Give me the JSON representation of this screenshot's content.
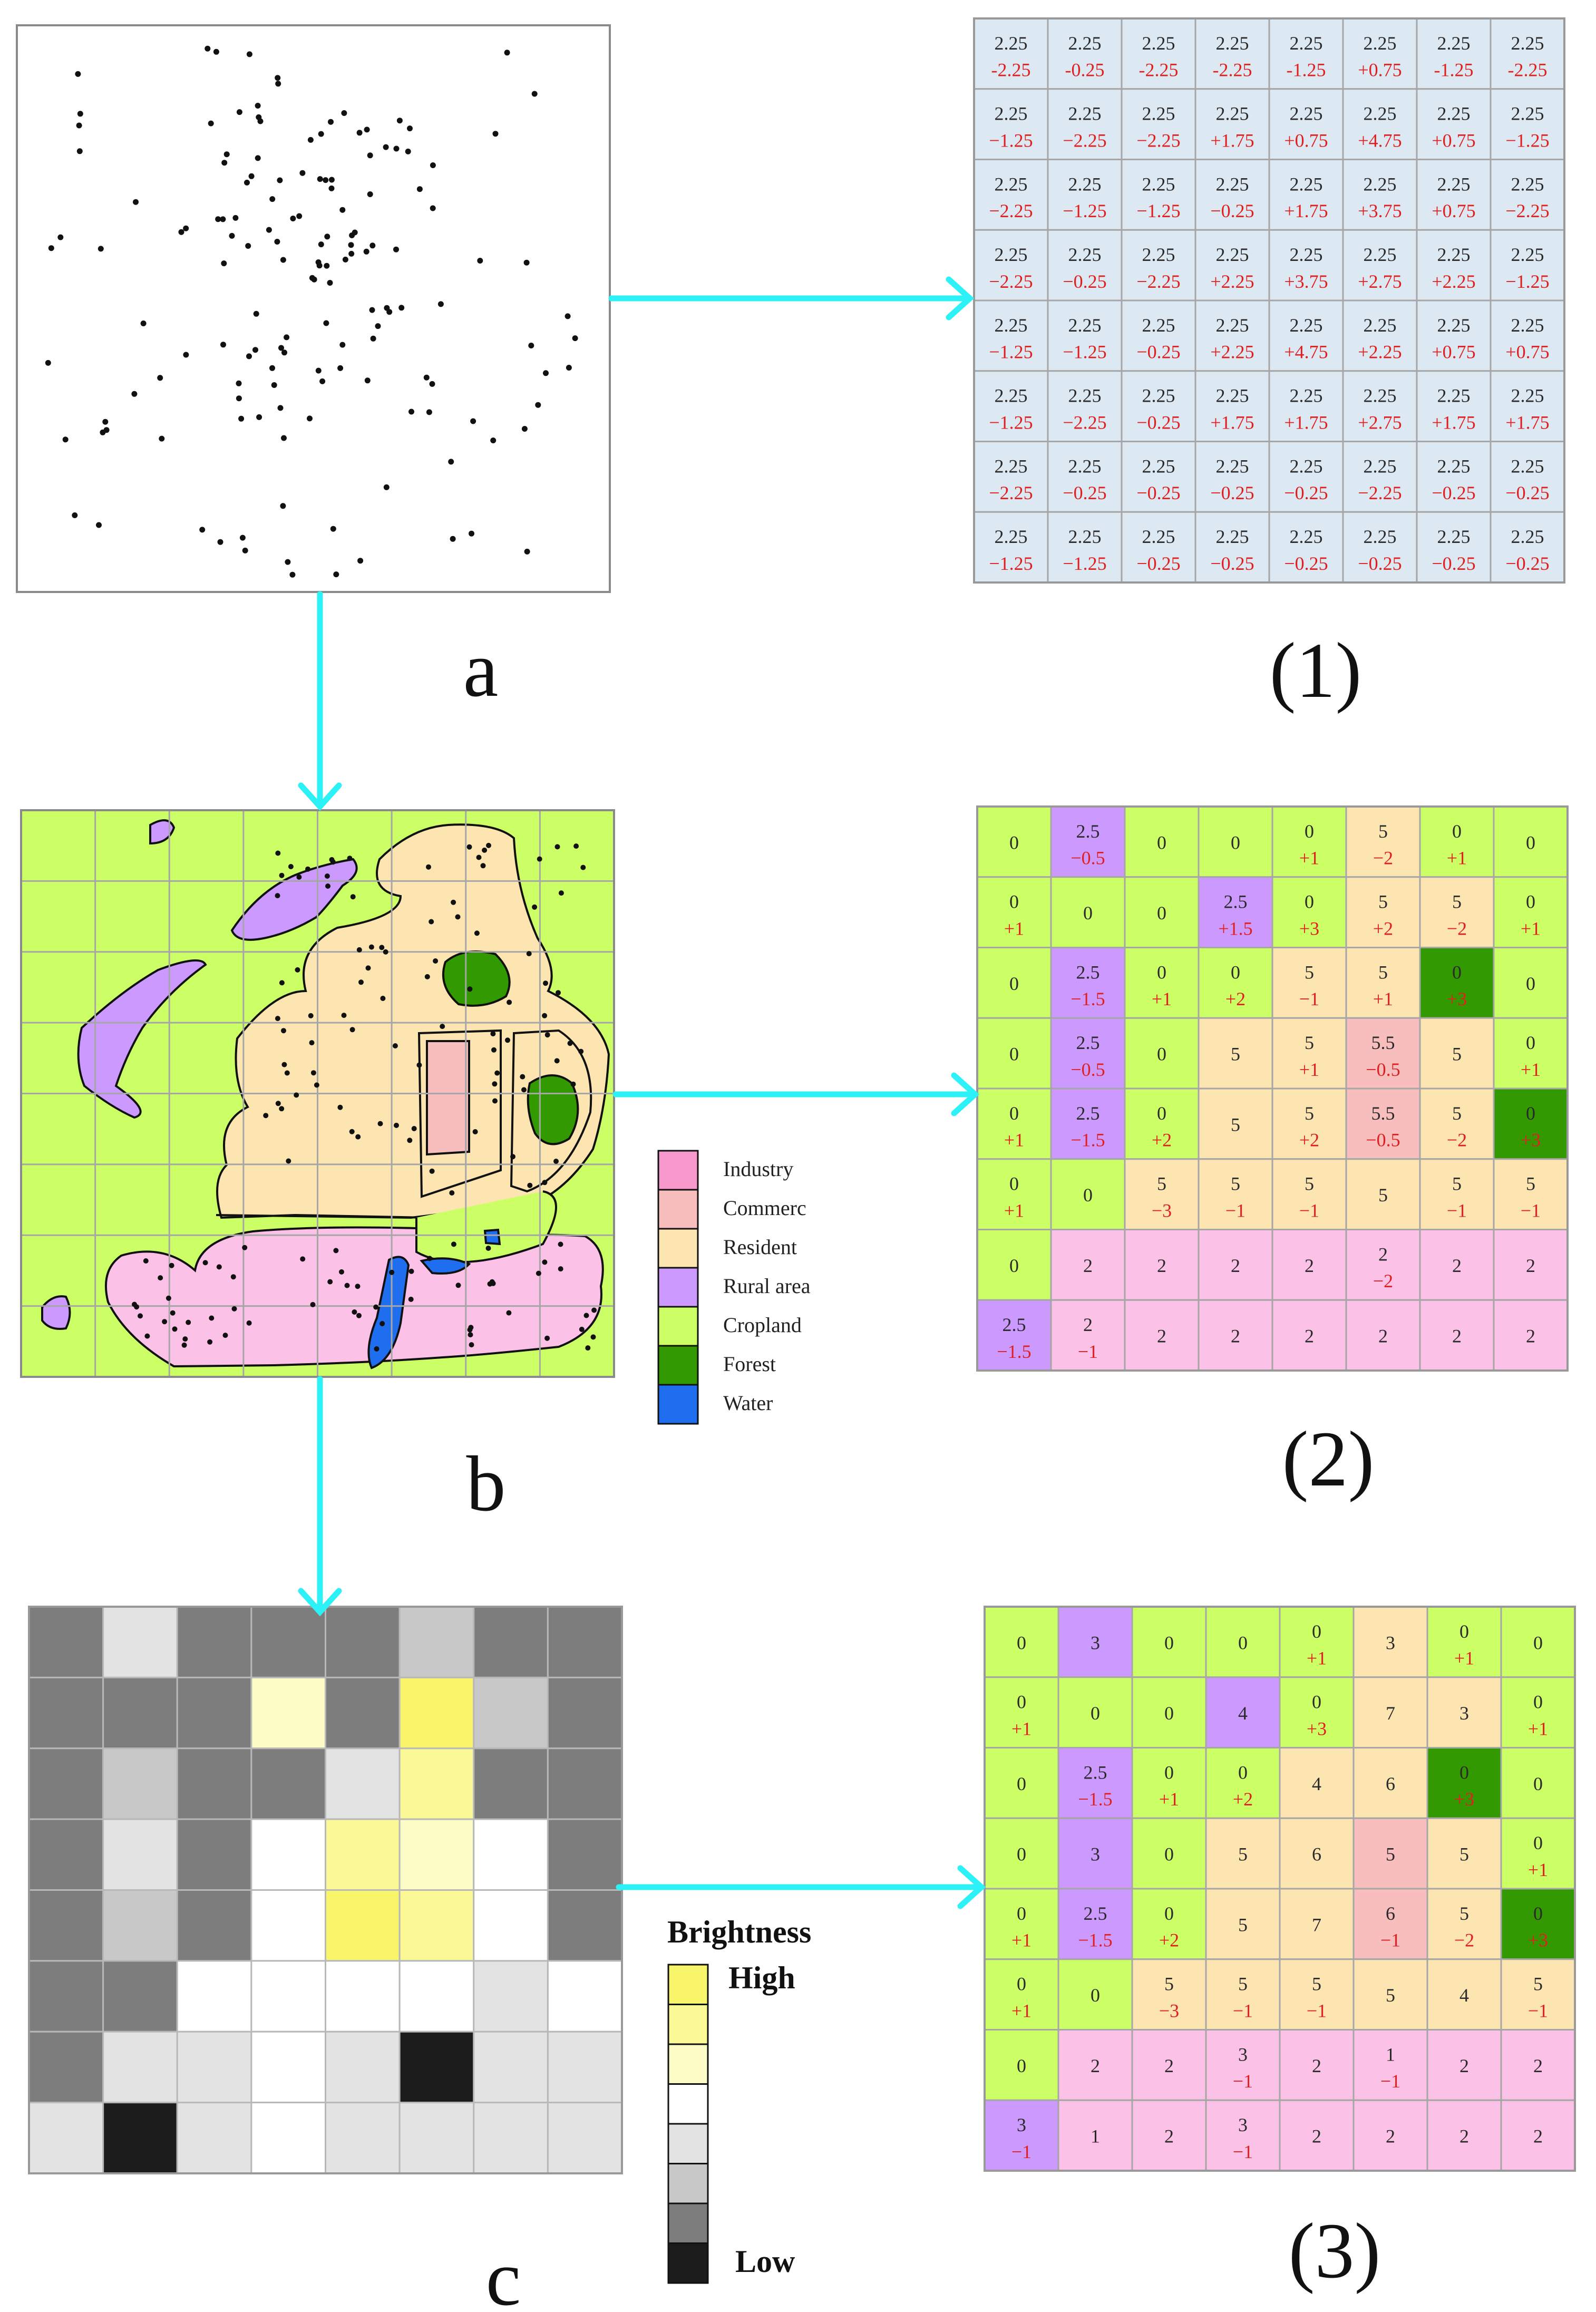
{
  "panel_labels": {
    "a": "a",
    "b": "b",
    "c": "c",
    "p1": "(1)",
    "p2": "(2)",
    "p3": "(3)"
  },
  "legend_b": [
    {
      "label": "Industry",
      "color": "#f799cc"
    },
    {
      "label": "Commerc",
      "color": "#f8bdbd"
    },
    {
      "label": "Resident",
      "color": "#fce5b0"
    },
    {
      "label": "Rural area",
      "color": "#cc99ff"
    },
    {
      "label": "Cropland",
      "color": "#ccff66"
    },
    {
      "label": "Forest",
      "color": "#339900"
    },
    {
      "label": "Water",
      "color": "#1f6eef"
    }
  ],
  "legend_c": {
    "title": "Brightness",
    "high": "High",
    "low": "Low",
    "swatches": [
      "#f8f56a",
      "#fbf896",
      "#fdfbc6",
      "#ffffff",
      "#e3e3e3",
      "#c8c8c8",
      "#7d7d7d",
      "#1c1c1c"
    ]
  },
  "colors": {
    "arrow": "#2cf2f7",
    "cell_blue": "#dce8f2",
    "grid": "#a6a6a6",
    "text_black": "#2a2a2a",
    "text_red": "#e02020",
    "crop": "#ccff66",
    "rural": "#cc99ff",
    "resident": "#fce5b0",
    "commerce": "#f8bdbd",
    "industry": "#fbc1e6",
    "forest": "#339900",
    "water": "#1f6eef",
    "industry_map": "#fbc1e6"
  },
  "grid1": [
    [
      [
        "2.25",
        "-2.25"
      ],
      [
        "2.25",
        "-0.25"
      ],
      [
        "2.25",
        "-2.25"
      ],
      [
        "2.25",
        "-2.25"
      ],
      [
        "2.25",
        "-1.25"
      ],
      [
        "2.25",
        "+0.75"
      ],
      [
        "2.25",
        "-1.25"
      ],
      [
        "2.25",
        "-2.25"
      ]
    ],
    [
      [
        "2.25",
        "−1.25"
      ],
      [
        "2.25",
        "−2.25"
      ],
      [
        "2.25",
        "−2.25"
      ],
      [
        "2.25",
        "+1.75"
      ],
      [
        "2.25",
        "+0.75"
      ],
      [
        "2.25",
        "+4.75"
      ],
      [
        "2.25",
        "+0.75"
      ],
      [
        "2.25",
        "−1.25"
      ]
    ],
    [
      [
        "2.25",
        "−2.25"
      ],
      [
        "2.25",
        "−1.25"
      ],
      [
        "2.25",
        "−1.25"
      ],
      [
        "2.25",
        "−0.25"
      ],
      [
        "2.25",
        "+1.75"
      ],
      [
        "2.25",
        "+3.75"
      ],
      [
        "2.25",
        "+0.75"
      ],
      [
        "2.25",
        "−2.25"
      ]
    ],
    [
      [
        "2.25",
        "−2.25"
      ],
      [
        "2.25",
        "−0.25"
      ],
      [
        "2.25",
        "−2.25"
      ],
      [
        "2.25",
        "+2.25"
      ],
      [
        "2.25",
        "+3.75"
      ],
      [
        "2.25",
        "+2.75"
      ],
      [
        "2.25",
        "+2.25"
      ],
      [
        "2.25",
        "−1.25"
      ]
    ],
    [
      [
        "2.25",
        "−1.25"
      ],
      [
        "2.25",
        "−1.25"
      ],
      [
        "2.25",
        "−0.25"
      ],
      [
        "2.25",
        "+2.25"
      ],
      [
        "2.25",
        "+4.75"
      ],
      [
        "2.25",
        "+2.25"
      ],
      [
        "2.25",
        "+0.75"
      ],
      [
        "2.25",
        "+0.75"
      ]
    ],
    [
      [
        "2.25",
        "−1.25"
      ],
      [
        "2.25",
        "−2.25"
      ],
      [
        "2.25",
        "−0.25"
      ],
      [
        "2.25",
        "+1.75"
      ],
      [
        "2.25",
        "+1.75"
      ],
      [
        "2.25",
        "+2.75"
      ],
      [
        "2.25",
        "+1.75"
      ],
      [
        "2.25",
        "+1.75"
      ]
    ],
    [
      [
        "2.25",
        "−2.25"
      ],
      [
        "2.25",
        "−0.25"
      ],
      [
        "2.25",
        "−0.25"
      ],
      [
        "2.25",
        "−0.25"
      ],
      [
        "2.25",
        "−0.25"
      ],
      [
        "2.25",
        "−2.25"
      ],
      [
        "2.25",
        "−0.25"
      ],
      [
        "2.25",
        "−0.25"
      ]
    ],
    [
      [
        "2.25",
        "−1.25"
      ],
      [
        "2.25",
        "−1.25"
      ],
      [
        "2.25",
        "−0.25"
      ],
      [
        "2.25",
        "−0.25"
      ],
      [
        "2.25",
        "−0.25"
      ],
      [
        "2.25",
        "−0.25"
      ],
      [
        "2.25",
        "−0.25"
      ],
      [
        "2.25",
        "−0.25"
      ]
    ]
  ],
  "grid2": [
    [
      [
        "C",
        "0",
        ""
      ],
      [
        "R",
        "2.5",
        "−0.5"
      ],
      [
        "C",
        "0",
        ""
      ],
      [
        "C",
        "0",
        ""
      ],
      [
        "C",
        "0",
        "+1"
      ],
      [
        "S",
        "5",
        "−2"
      ],
      [
        "C",
        "0",
        "+1"
      ],
      [
        "C",
        "0",
        ""
      ]
    ],
    [
      [
        "C",
        "0",
        "+1"
      ],
      [
        "C",
        "0",
        ""
      ],
      [
        "C",
        "0",
        ""
      ],
      [
        "R",
        "2.5",
        "+1.5"
      ],
      [
        "C",
        "0",
        "+3"
      ],
      [
        "S",
        "5",
        "+2"
      ],
      [
        "S",
        "5",
        "−2"
      ],
      [
        "C",
        "0",
        "+1"
      ]
    ],
    [
      [
        "C",
        "0",
        ""
      ],
      [
        "R",
        "2.5",
        "−1.5"
      ],
      [
        "C",
        "0",
        "+1"
      ],
      [
        "C",
        "0",
        "+2"
      ],
      [
        "S",
        "5",
        "−1"
      ],
      [
        "S",
        "5",
        "+1"
      ],
      [
        "F",
        "0",
        "+3"
      ],
      [
        "C",
        "0",
        ""
      ]
    ],
    [
      [
        "C",
        "0",
        ""
      ],
      [
        "R",
        "2.5",
        "−0.5"
      ],
      [
        "C",
        "0",
        ""
      ],
      [
        "S",
        "5",
        ""
      ],
      [
        "S",
        "5",
        "+1"
      ],
      [
        "M",
        "5.5",
        "−0.5"
      ],
      [
        "S",
        "5",
        ""
      ],
      [
        "C",
        "0",
        "+1"
      ]
    ],
    [
      [
        "C",
        "0",
        "+1"
      ],
      [
        "R",
        "2.5",
        "−1.5"
      ],
      [
        "C",
        "0",
        "+2"
      ],
      [
        "S",
        "5",
        ""
      ],
      [
        "S",
        "5",
        "+2"
      ],
      [
        "M",
        "5.5",
        "−0.5"
      ],
      [
        "S",
        "5",
        "−2"
      ],
      [
        "F",
        "0",
        "+3"
      ]
    ],
    [
      [
        "C",
        "0",
        "+1"
      ],
      [
        "C",
        "0",
        ""
      ],
      [
        "S",
        "5",
        "−3"
      ],
      [
        "S",
        "5",
        "−1"
      ],
      [
        "S",
        "5",
        "−1"
      ],
      [
        "S",
        "5",
        ""
      ],
      [
        "S",
        "5",
        "−1"
      ],
      [
        "S",
        "5",
        "−1"
      ]
    ],
    [
      [
        "C",
        "0",
        ""
      ],
      [
        "I",
        "2",
        ""
      ],
      [
        "I",
        "2",
        ""
      ],
      [
        "I",
        "2",
        ""
      ],
      [
        "I",
        "2",
        ""
      ],
      [
        "I",
        "2",
        "−2"
      ],
      [
        "I",
        "2",
        ""
      ],
      [
        "I",
        "2",
        ""
      ]
    ],
    [
      [
        "R",
        "2.5",
        "−1.5"
      ],
      [
        "I",
        "2",
        "−1"
      ],
      [
        "I",
        "2",
        ""
      ],
      [
        "I",
        "2",
        ""
      ],
      [
        "I",
        "2",
        ""
      ],
      [
        "I",
        "2",
        ""
      ],
      [
        "I",
        "2",
        ""
      ],
      [
        "I",
        "2",
        ""
      ]
    ]
  ],
  "grid3": [
    [
      [
        "C",
        "0",
        ""
      ],
      [
        "R",
        "3",
        ""
      ],
      [
        "C",
        "0",
        ""
      ],
      [
        "C",
        "0",
        ""
      ],
      [
        "C",
        "0",
        "+1"
      ],
      [
        "S",
        "3",
        ""
      ],
      [
        "C",
        "0",
        "+1"
      ],
      [
        "C",
        "0",
        ""
      ]
    ],
    [
      [
        "C",
        "0",
        "+1"
      ],
      [
        "C",
        "0",
        ""
      ],
      [
        "C",
        "0",
        ""
      ],
      [
        "R",
        "4",
        ""
      ],
      [
        "C",
        "0",
        "+3"
      ],
      [
        "S",
        "7",
        ""
      ],
      [
        "S",
        "3",
        ""
      ],
      [
        "C",
        "0",
        "+1"
      ]
    ],
    [
      [
        "C",
        "0",
        ""
      ],
      [
        "R",
        "2.5",
        "−1.5"
      ],
      [
        "C",
        "0",
        "+1"
      ],
      [
        "C",
        "0",
        "+2"
      ],
      [
        "S",
        "4",
        ""
      ],
      [
        "S",
        "6",
        ""
      ],
      [
        "F",
        "0",
        "+3"
      ],
      [
        "C",
        "0",
        ""
      ]
    ],
    [
      [
        "C",
        "0",
        ""
      ],
      [
        "R",
        "3",
        ""
      ],
      [
        "C",
        "0",
        ""
      ],
      [
        "S",
        "5",
        ""
      ],
      [
        "S",
        "6",
        ""
      ],
      [
        "M",
        "5",
        ""
      ],
      [
        "S",
        "5",
        ""
      ],
      [
        "C",
        "0",
        "+1"
      ]
    ],
    [
      [
        "C",
        "0",
        "+1"
      ],
      [
        "R",
        "2.5",
        "−1.5"
      ],
      [
        "C",
        "0",
        "+2"
      ],
      [
        "S",
        "5",
        ""
      ],
      [
        "S",
        "7",
        ""
      ],
      [
        "M",
        "6",
        "−1"
      ],
      [
        "S",
        "5",
        "−2"
      ],
      [
        "F",
        "0",
        "+3"
      ]
    ],
    [
      [
        "C",
        "0",
        "+1"
      ],
      [
        "C",
        "0",
        ""
      ],
      [
        "S",
        "5",
        "−3"
      ],
      [
        "S",
        "5",
        "−1"
      ],
      [
        "S",
        "5",
        "−1"
      ],
      [
        "S",
        "5",
        ""
      ],
      [
        "S",
        "4",
        ""
      ],
      [
        "S",
        "5",
        "−1"
      ]
    ],
    [
      [
        "C",
        "0",
        ""
      ],
      [
        "I",
        "2",
        ""
      ],
      [
        "I",
        "2",
        ""
      ],
      [
        "I",
        "3",
        "−1"
      ],
      [
        "I",
        "2",
        ""
      ],
      [
        "I",
        "1",
        "−1"
      ],
      [
        "I",
        "2",
        ""
      ],
      [
        "I",
        "2",
        ""
      ]
    ],
    [
      [
        "R",
        "3",
        "−1"
      ],
      [
        "I",
        "1",
        ""
      ],
      [
        "I",
        "2",
        ""
      ],
      [
        "I",
        "3",
        "−1"
      ],
      [
        "I",
        "2",
        ""
      ],
      [
        "I",
        "2",
        ""
      ],
      [
        "I",
        "2",
        ""
      ],
      [
        "I",
        "2",
        ""
      ]
    ]
  ],
  "brightness_grid": [
    [
      6,
      4,
      6,
      6,
      6,
      5,
      6,
      6
    ],
    [
      6,
      6,
      6,
      2,
      6,
      0,
      5,
      6
    ],
    [
      6,
      5,
      6,
      6,
      4,
      1,
      6,
      6
    ],
    [
      6,
      4,
      6,
      3,
      1,
      2,
      3,
      6
    ],
    [
      6,
      5,
      6,
      3,
      0,
      1,
      3,
      6
    ],
    [
      6,
      6,
      3,
      3,
      3,
      3,
      4,
      3
    ],
    [
      6,
      4,
      4,
      3,
      4,
      7,
      4,
      4
    ],
    [
      4,
      7,
      4,
      3,
      4,
      4,
      4,
      4
    ]
  ]
}
